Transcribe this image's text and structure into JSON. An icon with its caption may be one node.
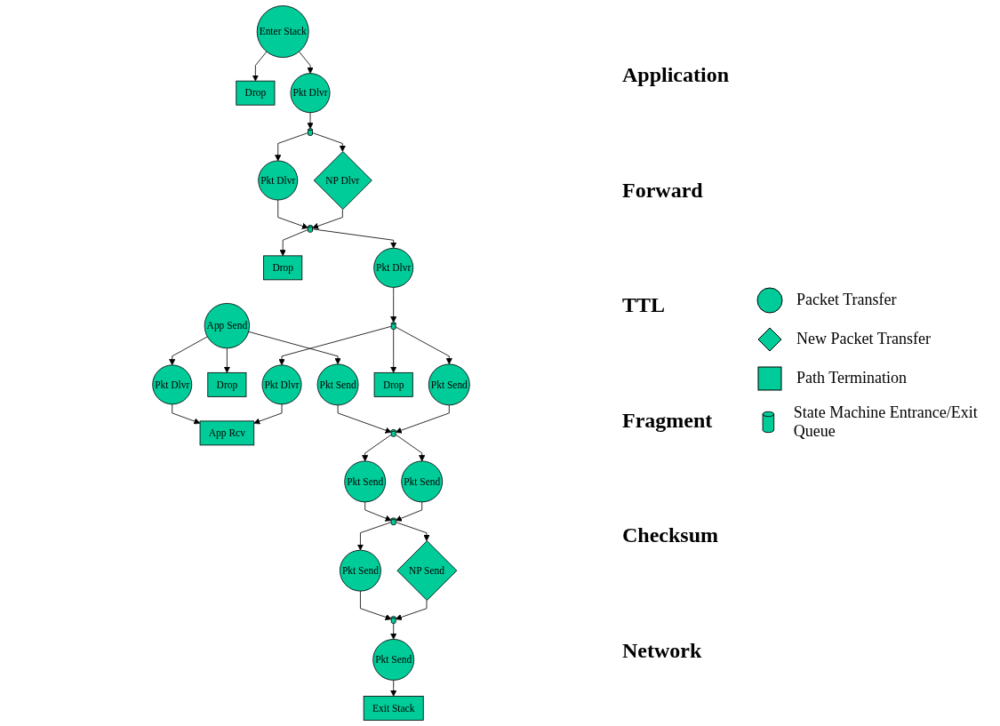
{
  "diagram": {
    "nodes": [
      {
        "text": [
          "App Send"
        ]
      },
      {
        "text": [
          "App Rcv"
        ]
      },
      {
        "text": [
          "Pkt Send"
        ]
      },
      {
        "text": [
          "Drop"
        ]
      },
      {
        "text": [
          "Pkt Dlvr"
        ]
      },
      {
        "text": [
          "Pkt Send"
        ]
      },
      {
        "text": [
          "Drop"
        ]
      },
      {
        "text": [
          "Pkt Dlvr"
        ]
      },
      {
        "text": [],
        "shape": "cylinder"
      },
      {
        "text": [],
        "shape": "cylinder"
      },
      {
        "text": [
          "Pkt Send"
        ]
      },
      {
        "text": [
          "Pkt Send"
        ]
      },
      {
        "text": [
          "Drop"
        ]
      },
      {
        "text": [
          "Pkt Dlvr"
        ]
      },
      {
        "text": [],
        "shape": "cylinder"
      },
      {
        "text": [],
        "shape": "cylinder"
      },
      {
        "text": [
          "Pkt Send"
        ]
      },
      {
        "text": [
          "NP Send"
        ]
      },
      {
        "text": [
          "Pkt Dlvr"
        ]
      },
      {
        "text": [
          "NP Dlvr"
        ]
      },
      {
        "text": [],
        "shape": "cylinder"
      },
      {
        "text": [],
        "shape": "cylinder"
      },
      {
        "text": [
          "Pkt Send"
        ]
      },
      {
        "text": [
          "Drop"
        ]
      },
      {
        "text": [
          "Pkt Dlvr"
        ]
      },
      {
        "text": [
          "Exit Stack"
        ]
      },
      {
        "text": [
          "Enter Stack"
        ]
      }
    ],
    "edges": [
      {
        "from": 0,
        "to": 2,
        "arrow": "to"
      },
      {
        "from": 0,
        "to": 3,
        "arrow": "to"
      },
      {
        "from": 0,
        "to": 4,
        "arrow": "to"
      },
      {
        "from": 4,
        "to": 1,
        "arrow": "to"
      },
      {
        "from": 7,
        "to": 1,
        "arrow": "to"
      },
      {
        "from": 2,
        "to": 8,
        "arrow": "to"
      },
      {
        "from": 5,
        "to": 8,
        "arrow": "to"
      },
      {
        "from": 9,
        "to": 5,
        "arrow": "to"
      },
      {
        "from": 9,
        "to": 6,
        "arrow": "to"
      },
      {
        "from": 9,
        "to": 7,
        "arrow": "to"
      },
      {
        "from": 8,
        "to": 10,
        "arrow": "to"
      },
      {
        "from": 8,
        "to": 11,
        "arrow": "to"
      },
      {
        "from": 10,
        "to": 14,
        "arrow": "to"
      },
      {
        "from": 11,
        "to": 14,
        "arrow": "to"
      },
      {
        "from": 13,
        "to": 9,
        "arrow": "to"
      },
      {
        "from": 15,
        "to": 12,
        "arrow": "to"
      },
      {
        "from": 15,
        "to": 13,
        "arrow": "to"
      },
      {
        "from": 14,
        "to": 16,
        "arrow": "to"
      },
      {
        "from": 14,
        "to": 17,
        "arrow": "to"
      },
      {
        "from": 16,
        "to": 20,
        "arrow": "to"
      },
      {
        "from": 17,
        "to": 20,
        "arrow": "to"
      },
      {
        "from": 18,
        "to": 15,
        "arrow": "to"
      },
      {
        "from": 19,
        "to": 15,
        "arrow": "to"
      },
      {
        "from": 21,
        "to": 18,
        "arrow": "to"
      },
      {
        "from": 21,
        "to": 19,
        "arrow": "to"
      },
      {
        "from": 20,
        "to": 22,
        "arrow": "to"
      },
      {
        "from": 22,
        "to": 25,
        "arrow": "to"
      },
      {
        "from": 24,
        "to": 21,
        "arrow": "to"
      },
      {
        "from": 26,
        "to": 23,
        "arrow": "to"
      },
      {
        "from": 26,
        "to": 24,
        "arrow": "to"
      }
    ],
    "labels": [
      "Application",
      "Forward",
      "TTL",
      "Fragment",
      "Checksum",
      "Network"
    ],
    "legend": [
      {
        "text": "Packet Transfer"
      },
      {
        "text": "New Packet Transfer"
      },
      {
        "text": "Path Termination"
      },
      {
        "text": "State Machine Entrance/Exit Queue"
      }
    ]
  }
}
